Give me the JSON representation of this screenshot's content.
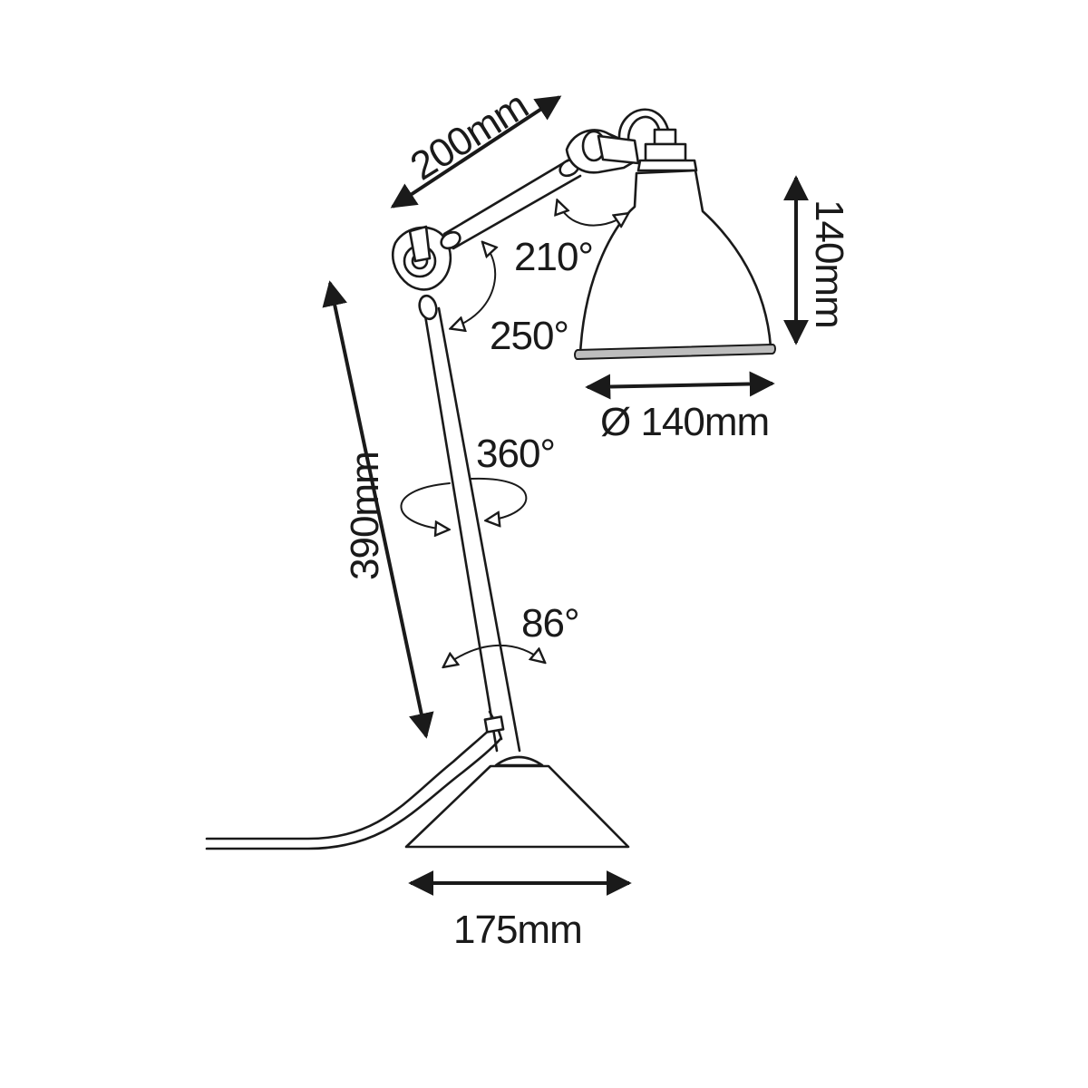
{
  "diagram": {
    "subject": "Desk lamp dimension drawing",
    "line_color": "#1a1a1a",
    "background": "#ffffff",
    "dimensions": {
      "arm_length": "200mm",
      "shade_height": "140mm",
      "shade_diameter": "Ø 140mm",
      "stem_height": "390mm",
      "base_width": "175mm"
    },
    "angles": {
      "shade_rotation": "210°",
      "arm_rotation": "250°",
      "stem_swivel": "360°",
      "stem_tilt": "86°"
    }
  }
}
